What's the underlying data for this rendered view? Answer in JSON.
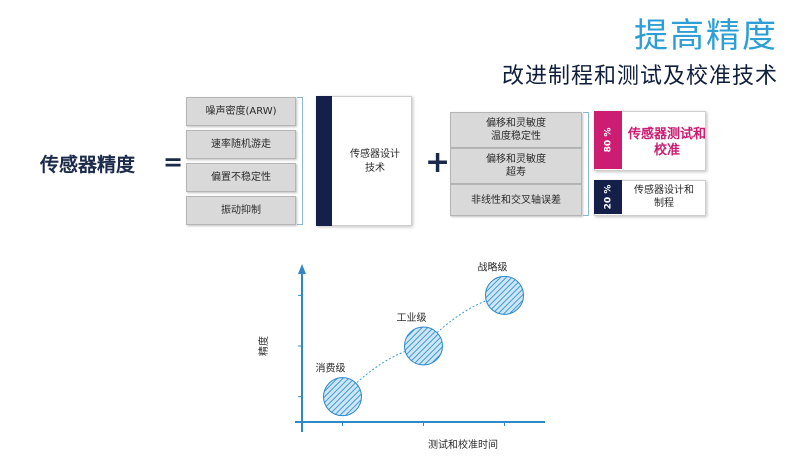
{
  "header": {
    "title": "提高精度",
    "subtitle": "改进制程和测试及校准技术"
  },
  "equation": {
    "lhs": "传感器精度",
    "equals": "=",
    "plus": "+",
    "error_items": [
      "噪声密度(ARW)",
      "速率随机游走",
      "偏置不稳定性",
      "振动抑制"
    ],
    "design_box": "传感器设计\n技术",
    "middle_items": [
      "偏移和灵敏度\n温度稳定性",
      "偏移和灵敏度\n超寿",
      "非线性和交叉轴误差"
    ],
    "share_boxes": [
      {
        "percent": "80 %",
        "label": "传感器测试和\n校准",
        "color": "#cc1d73"
      },
      {
        "percent": "20 %",
        "label": "传感器设计和\n制程",
        "color": "#15204a"
      }
    ]
  },
  "chart_data": {
    "type": "scatter",
    "xlabel": "测试和校准时间",
    "ylabel": "精度",
    "x": [
      1,
      2,
      3
    ],
    "y": [
      1,
      2,
      3
    ],
    "point_labels": [
      "消费级",
      "工业级",
      "战略级"
    ],
    "xlim": [
      0.5,
      3.5
    ],
    "ylim": [
      0.5,
      3.5
    ],
    "grid": false
  }
}
